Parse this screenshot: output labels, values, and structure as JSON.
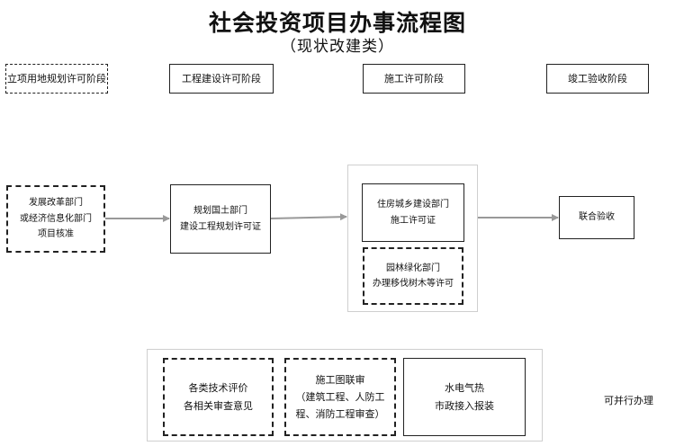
{
  "header": {
    "title": "社会投资项目办事流程图",
    "subtitle": "（现状改建类）"
  },
  "stages": [
    "立项用地规划许可阶段",
    "工程建设许可阶段",
    "施工许可阶段",
    "竣工验收阶段"
  ],
  "nodes": {
    "development": [
      "发展改革部门",
      "或经济信息化部门",
      "项目核准"
    ],
    "planning": [
      "规划国土部门",
      "建设工程规划许可证"
    ],
    "housing": [
      "住房城乡建设部门",
      "施工许可证"
    ],
    "landscape": [
      "园林绿化部门",
      "办理移伐树木等许可"
    ],
    "acceptance": [
      "联合验收"
    ]
  },
  "parallel": {
    "tech_review": [
      "各类技术评价",
      "各相关审查意见"
    ],
    "drawing_review": [
      "施工图联审",
      "（建筑工程、人防工",
      "程、消防工程审查）"
    ],
    "utilities": [
      "水电气热",
      "市政接入报装"
    ],
    "note": "可并行办理"
  }
}
